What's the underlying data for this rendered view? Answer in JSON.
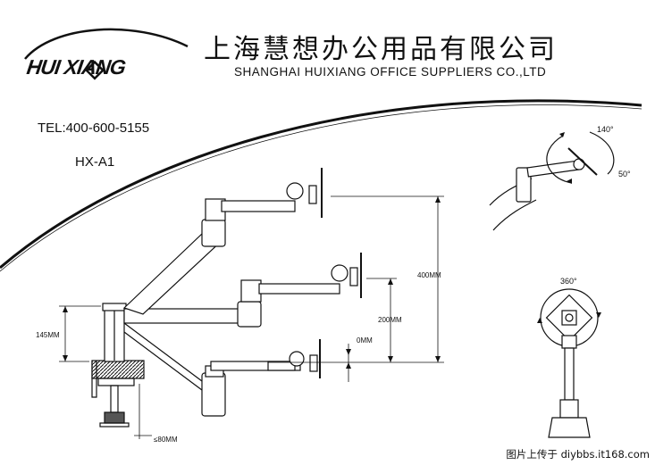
{
  "company": {
    "name_cn": "上海慧想办公用品有限公司",
    "name_en": "SHANGHAI HUIXIANG OFFICE SUPPLIERS CO.,LTD",
    "logo_text": "HUI XIANG"
  },
  "contact": {
    "tel": "TEL:400-600-5155"
  },
  "model": "HX-A1",
  "dimensions": {
    "height_400": "400MM",
    "height_200": "200MM",
    "height_0": "0MM",
    "pole_145": "145MM",
    "clamp_80": "≤80MM"
  },
  "angles": {
    "tilt_up": "140°",
    "tilt_down": "50°",
    "rotate": "360°"
  },
  "footer": "图片上传于 diybbs.it168.com",
  "colors": {
    "ink": "#111111",
    "background": "#ffffff"
  }
}
